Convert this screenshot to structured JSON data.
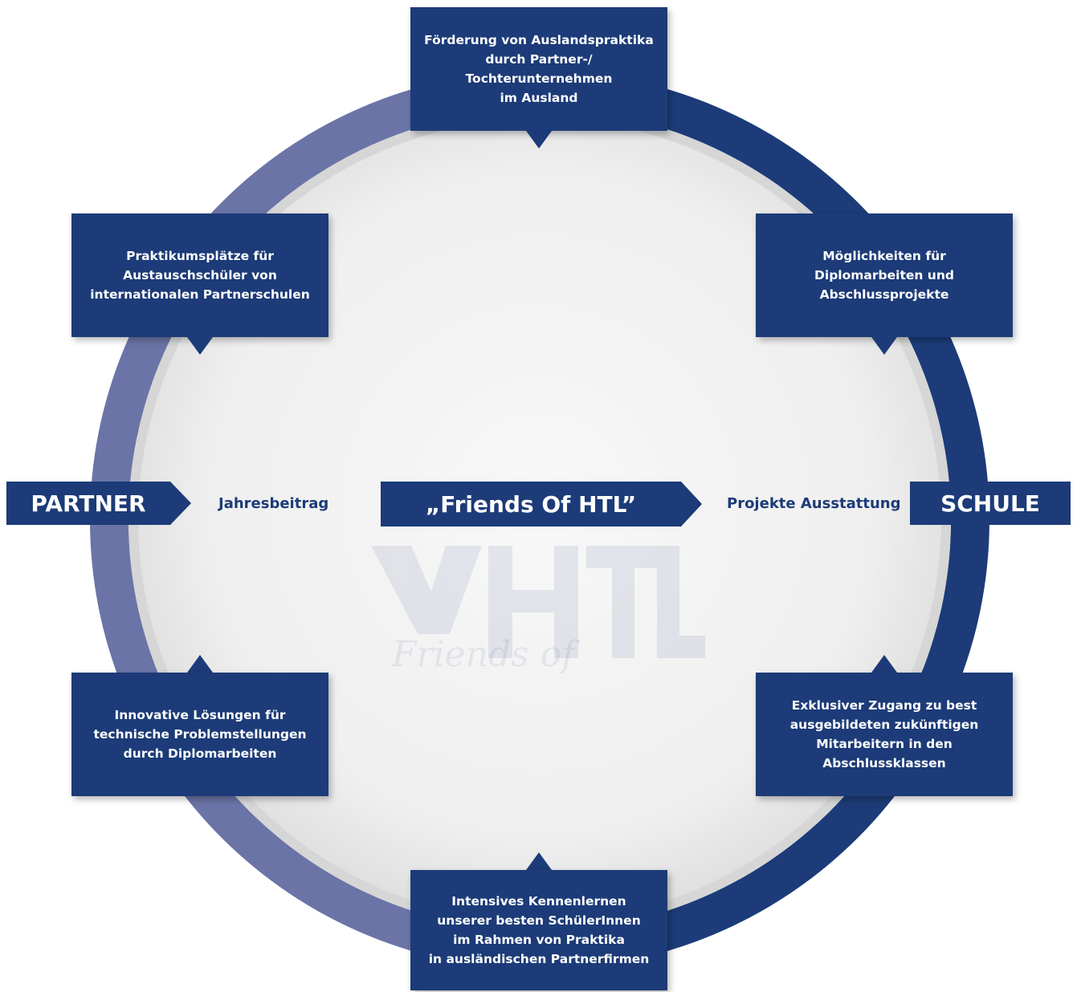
{
  "colors": {
    "navy": "#1c3b78",
    "ring_left": "#6b74a6",
    "ring_right": "#1c3b78",
    "inner_fill": "#f1f1f1"
  },
  "center": {
    "title": "„Friends Of HTL”"
  },
  "left_label": "PARTNER",
  "right_label": "SCHULE",
  "left_flow": "Jahresbeitrag",
  "right_flow": "Projekte Ausstattung",
  "watermark": {
    "logo": "HTL",
    "script_text": "Friends of"
  },
  "boxes": {
    "top": "Förderung von Auslandspraktika\ndurch Partner-/\nTochterunternehmen\nim Ausland",
    "top_left": "Praktikumsplätze für\nAustauschschüler von\ninternationalen Partnerschulen",
    "top_right": "Möglichkeiten für\nDiplomarbeiten und\nAbschlussprojekte",
    "bottom_left": "Innovative Lösungen für\ntechnische Problemstellungen\ndurch Diplomarbeiten",
    "bottom_right": "Exklusiver Zugang zu best\nausgebildeten zukünftigen\nMitarbeitern in den\nAbschlussklassen",
    "bottom": "Intensives Kennenlernen\nunserer besten SchülerInnen\nim Rahmen von Praktika\nin ausländischen Partnerfirmen"
  }
}
